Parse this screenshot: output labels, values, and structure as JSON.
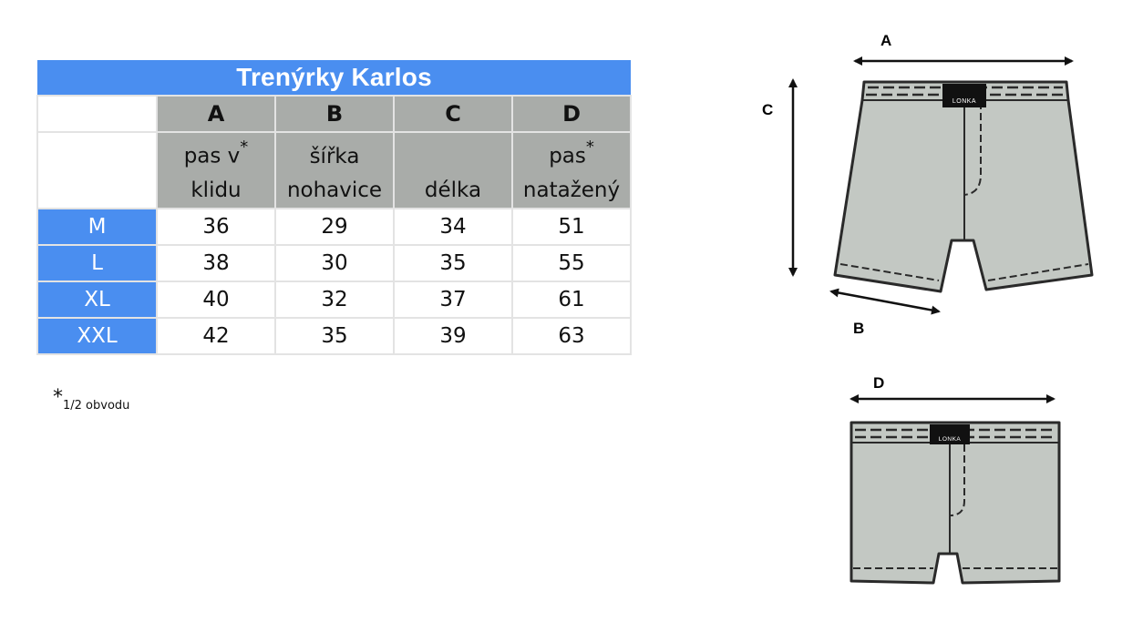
{
  "table": {
    "title": "Trenýrky Karlos",
    "columns": [
      {
        "letter": "A",
        "line1": "pas v",
        "line1_star": "*",
        "line2": "klidu"
      },
      {
        "letter": "B",
        "line1": "šířka",
        "line1_star": "",
        "line2": "nohavice"
      },
      {
        "letter": "C",
        "line1": "",
        "line1_star": "",
        "line2": "délka"
      },
      {
        "letter": "D",
        "line1": "pas",
        "line1_star": "*",
        "line2": "natažený"
      }
    ],
    "rows": [
      {
        "size": "M",
        "values": [
          "36",
          "29",
          "34",
          "51"
        ]
      },
      {
        "size": "L",
        "values": [
          "38",
          "30",
          "35",
          "55"
        ]
      },
      {
        "size": "XL",
        "values": [
          "40",
          "32",
          "37",
          "61"
        ]
      },
      {
        "size": "XXL",
        "values": [
          "42",
          "35",
          "39",
          "63"
        ]
      }
    ]
  },
  "footnote": {
    "star": "*",
    "text": "1/2 obvodu"
  },
  "diagram": {
    "label_a": "A",
    "label_b": "B",
    "label_c": "C",
    "label_d": "D",
    "brand": "LONKA",
    "colors": {
      "fabric": "#c3c8c3",
      "outline": "#2a2a2a"
    }
  }
}
